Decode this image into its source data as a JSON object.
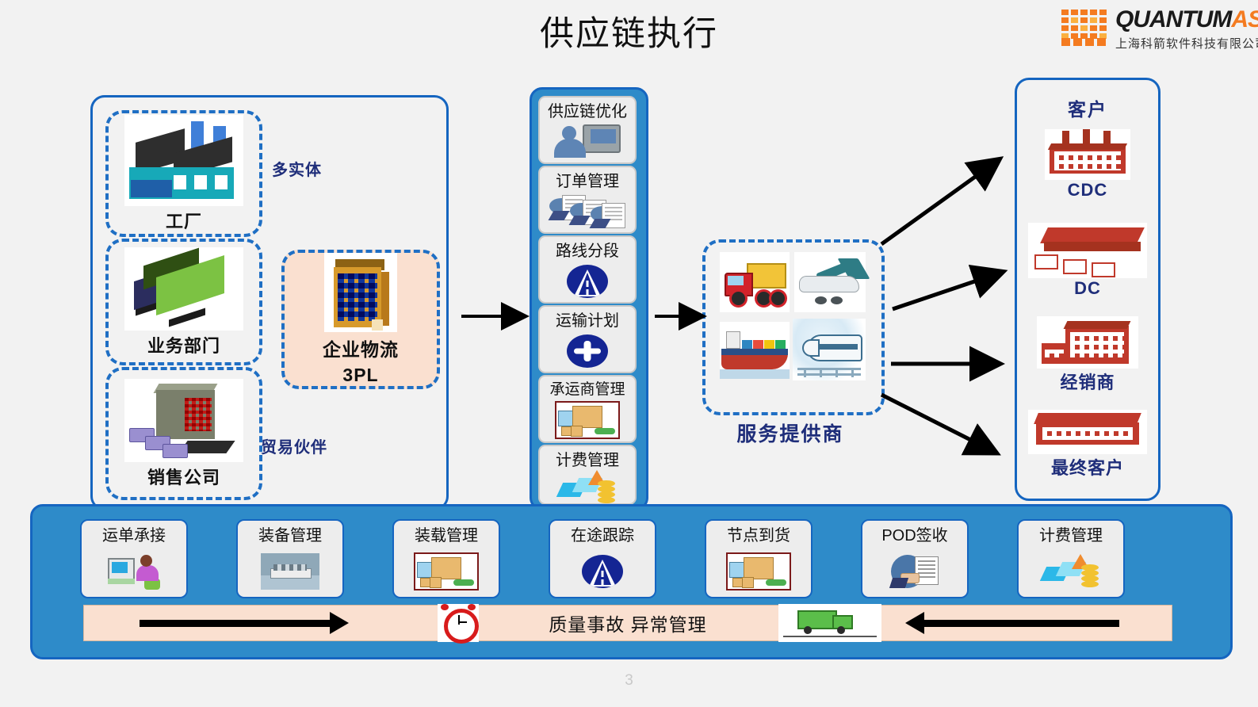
{
  "slide": {
    "title": "供应链执行",
    "page_number": "3"
  },
  "logo": {
    "word_1": "QUANTUM",
    "word_2": "ASIA",
    "company_cn": "上海科箭软件科技有限公司",
    "accent_color": "#F47B20",
    "accent_light": "#FBB040"
  },
  "left_group": {
    "side_labels": {
      "multi_entity": "多实体",
      "trade_partner": "贸易伙伴"
    },
    "entities": [
      {
        "label": "工厂",
        "icon": "factory-icon"
      },
      {
        "label": "业务部门",
        "icon": "business-department-icon"
      },
      {
        "label": "销售公司",
        "icon": "sales-company-icon"
      }
    ],
    "logistics": {
      "label_line1": "企业物流",
      "label_line2": "3PL",
      "icon": "office-building-icon",
      "fill_color": "#FAE0D0"
    }
  },
  "center_modules": {
    "panel_color": "#2E8BC9",
    "items": [
      {
        "label": "供应链优化",
        "icon": "person-computer-icon"
      },
      {
        "label": "订单管理",
        "icon": "documents-icon"
      },
      {
        "label": "路线分段",
        "icon": "road-icon"
      },
      {
        "label": "运输计划",
        "icon": "airplane-badge-icon"
      },
      {
        "label": "承运商管理",
        "icon": "truck-package-icon"
      },
      {
        "label": "计费管理",
        "icon": "money-stack-icon"
      }
    ]
  },
  "service_providers": {
    "label": "服务提供商",
    "modes": [
      {
        "name": "truck-icon"
      },
      {
        "name": "airplane-icon"
      },
      {
        "name": "container-ship-icon"
      },
      {
        "name": "train-icon"
      }
    ]
  },
  "customers": {
    "title": "客户",
    "items": [
      {
        "label": "CDC",
        "icon": "cdc-plant-icon"
      },
      {
        "label": "DC",
        "icon": "distribution-center-icon"
      },
      {
        "label": "经销商",
        "icon": "dealer-building-icon"
      },
      {
        "label": "最终客户",
        "icon": "end-customer-icon"
      }
    ]
  },
  "bottom_bar": {
    "bar_color": "#2E8BC9",
    "cards": [
      {
        "label": "运单承接",
        "icon": "operator-computer-icon"
      },
      {
        "label": "装备管理",
        "icon": "container-ship-photo-icon"
      },
      {
        "label": "装载管理",
        "icon": "loading-truck-icon"
      },
      {
        "label": "在途跟踪",
        "icon": "road-tracking-icon"
      },
      {
        "label": "节点到货",
        "icon": "node-arrival-icon"
      },
      {
        "label": "POD签收",
        "icon": "pod-signature-icon"
      },
      {
        "label": "计费管理",
        "icon": "billing-money-icon"
      }
    ],
    "strip": {
      "text": "质量事故 异常管理",
      "fill_color": "#FAE0D0",
      "forward_arrow": "forward-arrow-icon",
      "backward_arrow": "backward-arrow-icon",
      "clock_icon": "alarm-clock-icon",
      "truck_icon": "green-truck-icon"
    }
  },
  "flow_arrows": {
    "left_to_center": "arrow-right-icon",
    "center_to_service": "arrow-right-icon",
    "service_to_customers": [
      "arrow-up-right-icon",
      "arrow-right-icon",
      "arrow-right-icon",
      "arrow-down-right-icon"
    ]
  }
}
